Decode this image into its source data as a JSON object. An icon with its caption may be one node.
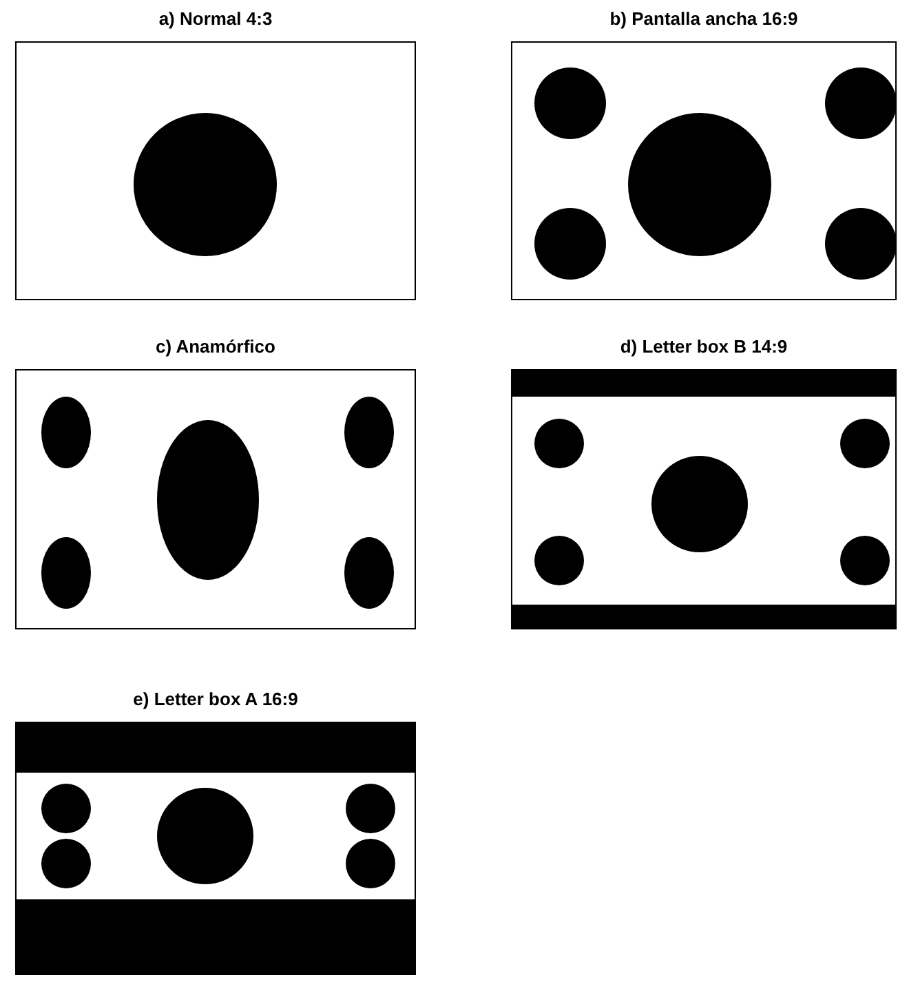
{
  "diagram": {
    "nodes": [
      {
        "text": [
          "a) Normal 4:3"
        ]
      },
      {
        "text": [
          "b) Pantalla ancha 16:9"
        ]
      },
      {
        "text": [
          "c) Anamórfico"
        ]
      },
      {
        "text": [
          "d) Letter box B 14:9"
        ]
      },
      {
        "text": [
          "e) Letter box A 16:9"
        ]
      }
    ]
  }
}
